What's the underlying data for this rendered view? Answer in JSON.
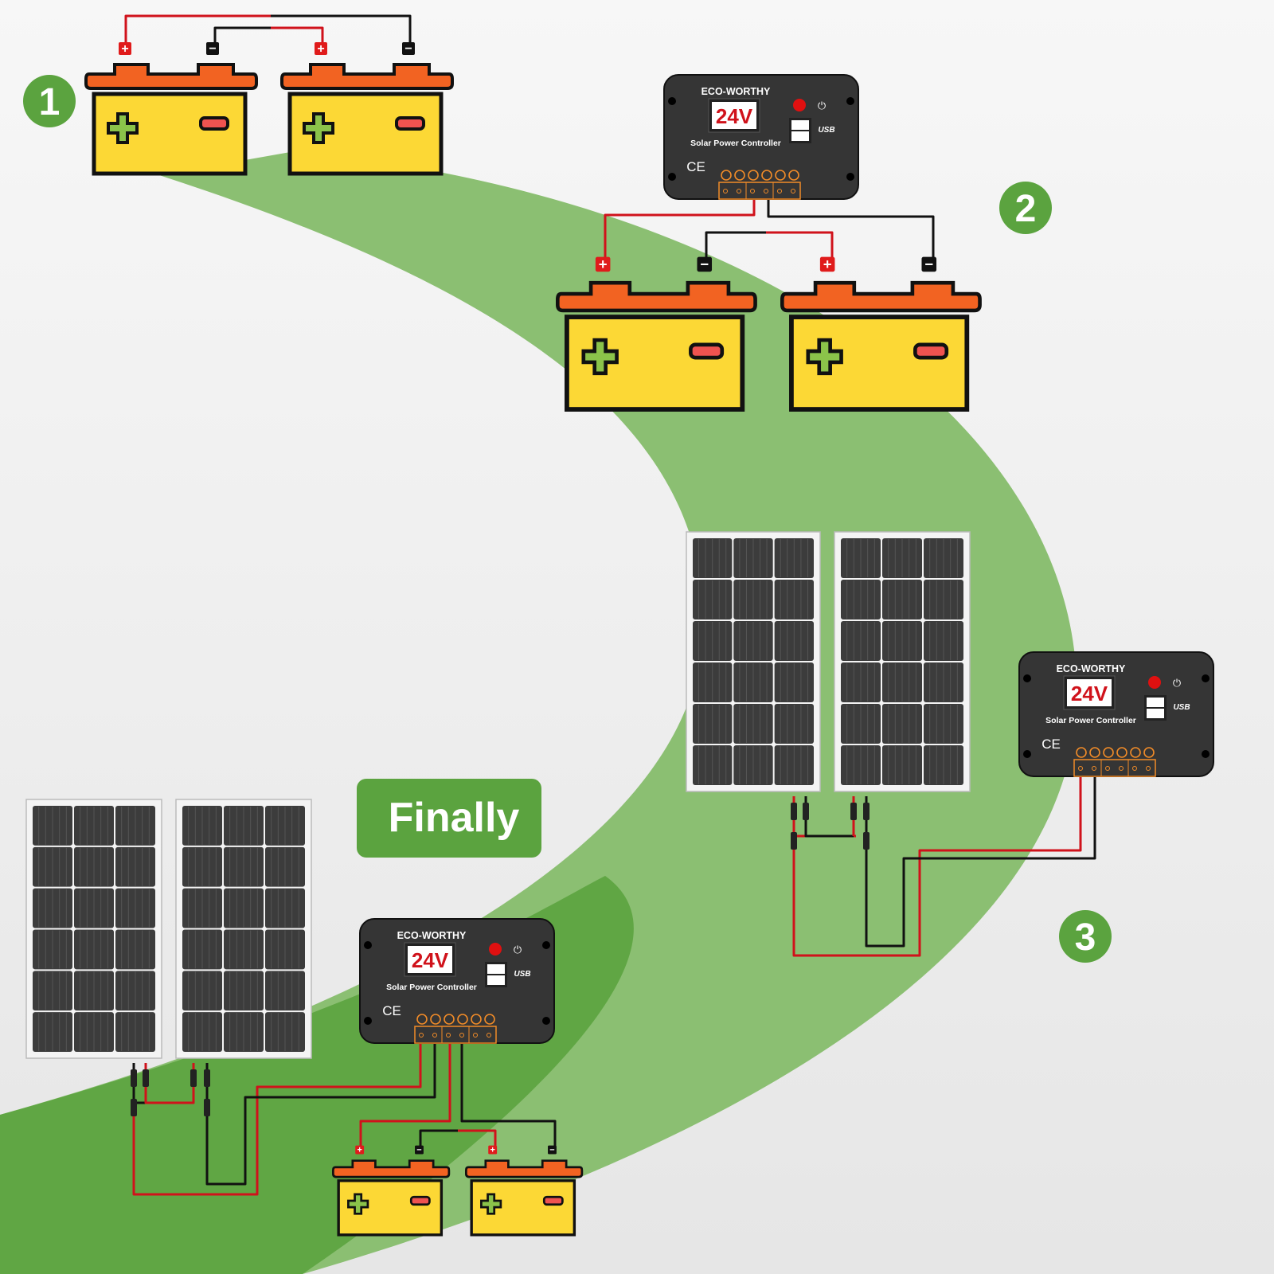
{
  "steps": [
    {
      "number": "1"
    },
    {
      "number": "2"
    },
    {
      "number": "3"
    }
  ],
  "final_label": "Finally",
  "controller": {
    "brand": "ECO-WORTHY",
    "voltage": "24V",
    "name": "Solar Power Controller",
    "cert": "CE",
    "usb": "USB"
  },
  "terminals": {
    "positive": "+",
    "negative": "−"
  },
  "colors": {
    "accent_green": "#5ba33f",
    "band_green": "#8bbf72",
    "battery_body": "#fcd835",
    "battery_lid": "#f26322",
    "controller_body": "#353535",
    "display_text": "#d0121b",
    "wire_positive": "#d0121b",
    "wire_negative": "#111111",
    "panel_cell": "#3c3c3c"
  }
}
